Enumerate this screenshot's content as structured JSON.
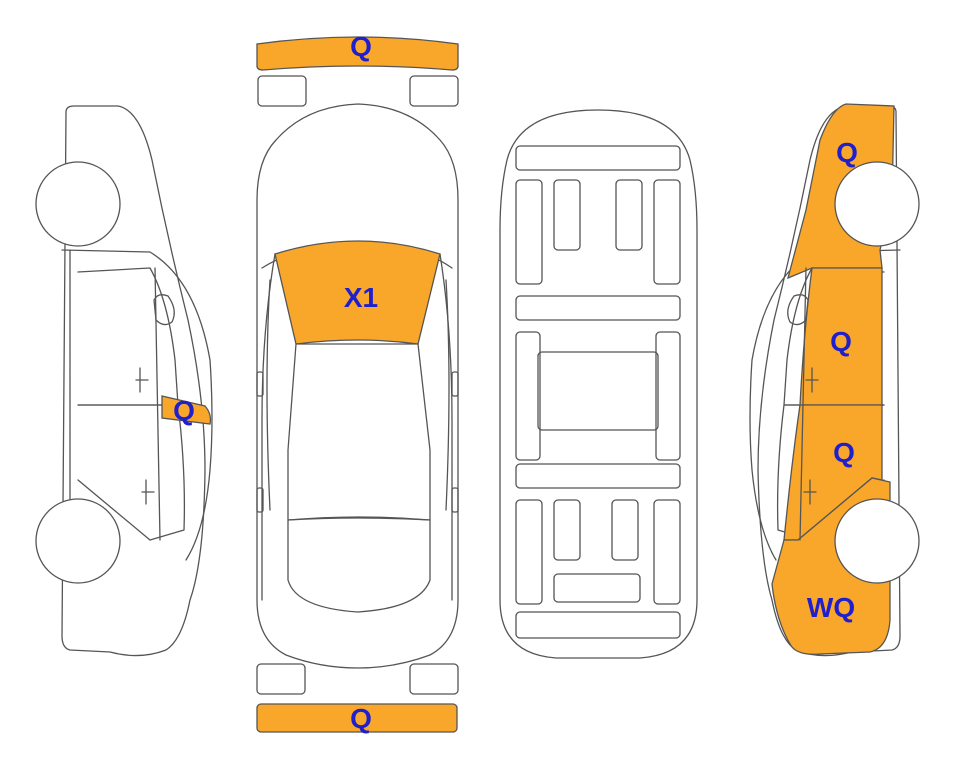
{
  "colors": {
    "damage_fill": "#F9A72B",
    "label_text": "#1F1FCC",
    "outline": "#555555",
    "background": "#ffffff"
  },
  "damage_labels": {
    "front_bumper": "Q",
    "windshield": "X1",
    "left_side_door": "Q",
    "rear_bumper": "Q",
    "right_front_fender": "Q",
    "right_front_door": "Q",
    "right_rear_door": "Q",
    "right_rear_quarter": "WQ"
  }
}
